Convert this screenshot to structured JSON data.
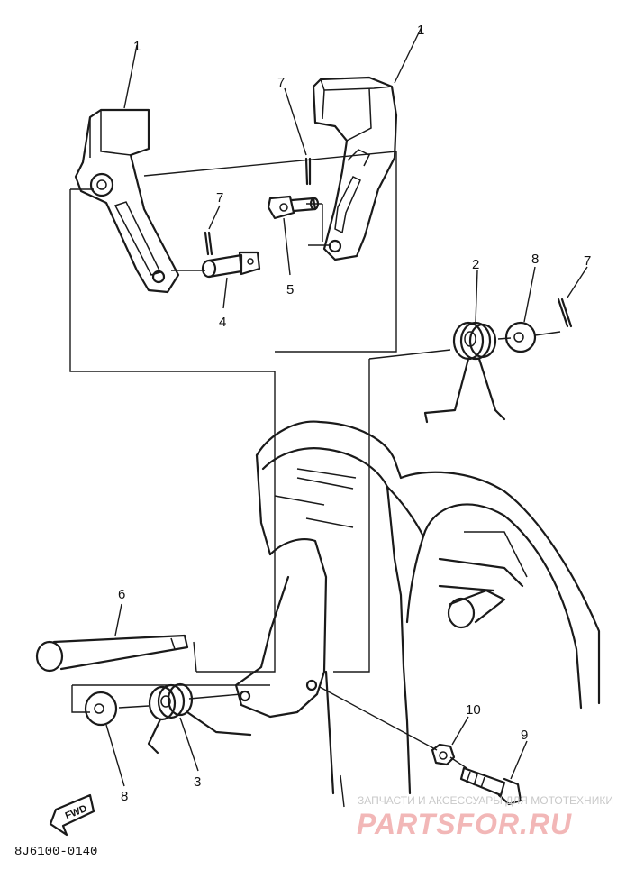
{
  "callouts": [
    {
      "id": "c-1a",
      "label": "1"
    },
    {
      "id": "c-1b",
      "label": "1"
    },
    {
      "id": "c-7a",
      "label": "7"
    },
    {
      "id": "c-7b",
      "label": "7"
    },
    {
      "id": "c-7c",
      "label": "7"
    },
    {
      "id": "c-5",
      "label": "5"
    },
    {
      "id": "c-4",
      "label": "4"
    },
    {
      "id": "c-2",
      "label": "2"
    },
    {
      "id": "c-8a",
      "label": "8"
    },
    {
      "id": "c-6",
      "label": "6"
    },
    {
      "id": "c-8b",
      "label": "8"
    },
    {
      "id": "c-3",
      "label": "3"
    },
    {
      "id": "c-10",
      "label": "10"
    },
    {
      "id": "c-9",
      "label": "9"
    }
  ],
  "fwd_label": "FWD",
  "diagram_code": "8J6100-0140",
  "watermark": {
    "tagline": "ЗАПЧАСТИ И АКСЕССУАРЫ ДЛЯ МОТОТЕХНИКИ",
    "brand": "PARTSFOR.RU"
  },
  "colors": {
    "line": "#1a1a1a",
    "watermark_brand": "#f2b7b7",
    "watermark_text": "#c9c9c9"
  }
}
